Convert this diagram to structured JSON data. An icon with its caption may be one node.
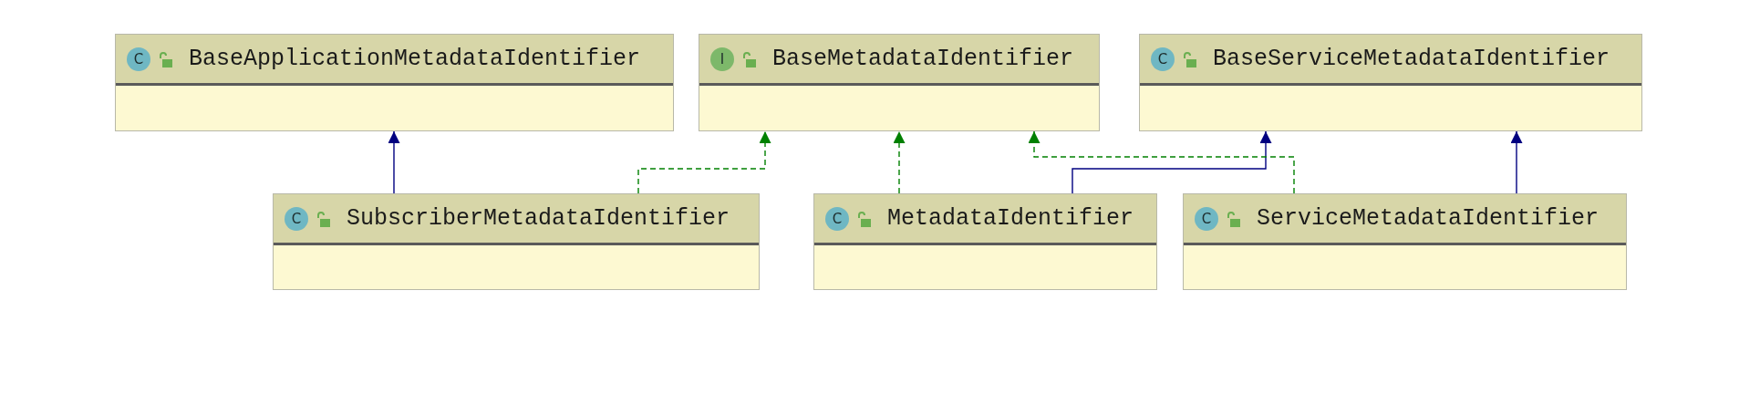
{
  "diagram": {
    "nodes": [
      {
        "text": [
          "C",
          "BaseApplicationMetadataIdentifier"
        ]
      },
      {
        "text": [
          "I",
          "BaseMetadataIdentifier"
        ]
      },
      {
        "text": [
          "C",
          "BaseServiceMetadataIdentifier"
        ]
      },
      {
        "text": [
          "C",
          "SubscriberMetadataIdentifier"
        ]
      },
      {
        "text": [
          "C",
          "MetadataIdentifier"
        ]
      },
      {
        "text": [
          "C",
          "ServiceMetadataIdentifier"
        ]
      }
    ],
    "edges": [
      {
        "from": 3,
        "to": 0,
        "arrow": "to"
      },
      {
        "from": 3,
        "to": 1,
        "arrow": "to",
        "style": "dashed",
        "color": "#008000"
      },
      {
        "from": 4,
        "to": 1,
        "arrow": "to",
        "style": "dashed",
        "color": "#008000"
      },
      {
        "from": 4,
        "to": 2,
        "arrow": "to"
      },
      {
        "from": 5,
        "to": 1,
        "arrow": "to",
        "style": "dashed",
        "color": "#008000"
      },
      {
        "from": 5,
        "to": 2,
        "arrow": "to"
      }
    ]
  }
}
